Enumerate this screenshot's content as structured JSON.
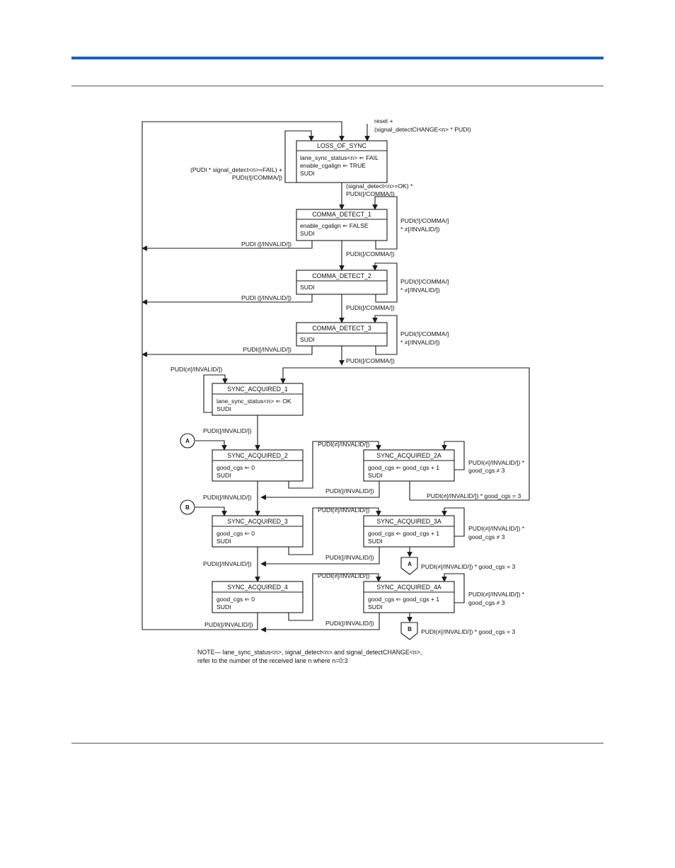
{
  "states": {
    "loss_of_sync": {
      "title": "LOSS_OF_SYNC",
      "actions": [
        "lane_sync_status<n> ⇐ FAIL",
        "enable_cgalign ⇐ TRUE",
        "SUDI"
      ]
    },
    "comma_detect_1": {
      "title": "COMMA_DETECT_1",
      "actions": [
        "enable_cgalign ⇐ FALSE",
        "SUDI"
      ]
    },
    "comma_detect_2": {
      "title": "COMMA_DETECT_2",
      "actions": [
        "SUDI"
      ]
    },
    "comma_detect_3": {
      "title": "COMMA_DETECT_3",
      "actions": [
        "SUDI"
      ]
    },
    "sync_acquired_1": {
      "title": "SYNC_ACQUIRED_1",
      "actions": [
        "lane_sync_status<n> ⇐ OK",
        "SUDI"
      ]
    },
    "sync_acquired_2": {
      "title": "SYNC_ACQUIRED_2",
      "actions": [
        "good_cgs ⇐ 0",
        "SUDI"
      ]
    },
    "sync_acquired_2a": {
      "title": "SYNC_ACQUIRED_2A",
      "actions": [
        "good_cgs ⇐ good_cgs + 1",
        "SUDI"
      ]
    },
    "sync_acquired_3": {
      "title": "SYNC_ACQUIRED_3",
      "actions": [
        "good_cgs ⇐ 0",
        "SUDI"
      ]
    },
    "sync_acquired_3a": {
      "title": "SYNC_ACQUIRED_3A",
      "actions": [
        "good_cgs ⇐ good_cgs + 1",
        "SUDI"
      ]
    },
    "sync_acquired_4": {
      "title": "SYNC_ACQUIRED_4",
      "actions": [
        "good_cgs ⇐ 0",
        "SUDI"
      ]
    },
    "sync_acquired_4a": {
      "title": "SYNC_ACQUIRED_4A",
      "actions": [
        "good_cgs ⇐ good_cgs + 1",
        "SUDI"
      ]
    }
  },
  "transitions": {
    "reset_1": "reset +",
    "reset_2": "(signal_detectCHANGE<n> * PUDI)",
    "los_self_1": "(PUDI * signal_detect<n>=FAIL) +",
    "los_self_2": "PUDI(![/COMMA/])",
    "los_to_cd1_1": "(signal_detect<n>=OK) *",
    "los_to_cd1_2": "PUDI([/COMMA/])",
    "cd1_self_1": "PUDI(![/COMMA/]",
    "cd1_self_2": "* ≠[/INVALID/])",
    "cd1_invalid": "PUDI ([/INVALID/])",
    "cd1_to_cd2": "PUDI([/COMMA/])",
    "cd2_self_1": "PUDI(![/COMMA/]",
    "cd2_self_2": "* ≠[/INVALID/])",
    "cd2_invalid": "PUDI ([/INVALID/])",
    "cd2_to_cd3": "PUDI([/COMMA/])",
    "cd3_self_1": "PUDI(![/COMMA/]",
    "cd3_self_2": "* ≠[/INVALID/])",
    "cd3_invalid": "PUDI([/INVALID/])",
    "cd3_to_sa1": "PUDI([/COMMA/])",
    "sa1_self": "PUDI(≠[/INVALID/])",
    "sa1_to_sa2": "PUDI([/INVALID/])",
    "sa2_to_sa2a": "PUDI(≠[/INVALID/])",
    "sa2a_self_1": "PUDI(≠[/INVALID/]) *",
    "sa2a_self_2": "good_cgs ≠ 3",
    "sa2a_to_sa1": "PUDI(≠[/INVALID/]) * good_cgs = 3",
    "sa2a_to_sa3": "PUDI([/INVALID/])",
    "sa2_to_sa3": "PUDI([/INVALID/])",
    "sa3_to_sa3a": "PUDI(≠[/INVALID/])",
    "sa3a_self_1": "PUDI(≠[/INVALID/]) *",
    "sa3a_self_2": "good_cgs ≠ 3",
    "sa3a_to_a": "PUDI(≠[/INVALID/]) * good_cgs = 3",
    "sa3a_to_sa4": "PUDI([/INVALID/])",
    "sa3_to_sa4": "PUDI([/INVALID/])",
    "sa4_to_sa4a": "PUDI(≠[/INVALID/])",
    "sa4a_self_1": "PUDI(≠[/INVALID/]) *",
    "sa4a_self_2": "good_cgs ≠ 3",
    "sa4a_to_b": "PUDI(≠[/INVALID/]) * good_cgs = 3",
    "sa4a_to_sa4": "PUDI([/INVALID/])",
    "sa4_to_los": "PUDI([/INVALID/])"
  },
  "connectors": {
    "a": "A",
    "b": "B"
  },
  "note": {
    "line1": "NOTE— lane_sync_status<n>, signal_detect<n> and signal_detectCHANGE<n>,",
    "line2": "refer to the number of the received lane n where n=0:3"
  },
  "colors": {
    "accent_bar": "#1a61c4"
  }
}
